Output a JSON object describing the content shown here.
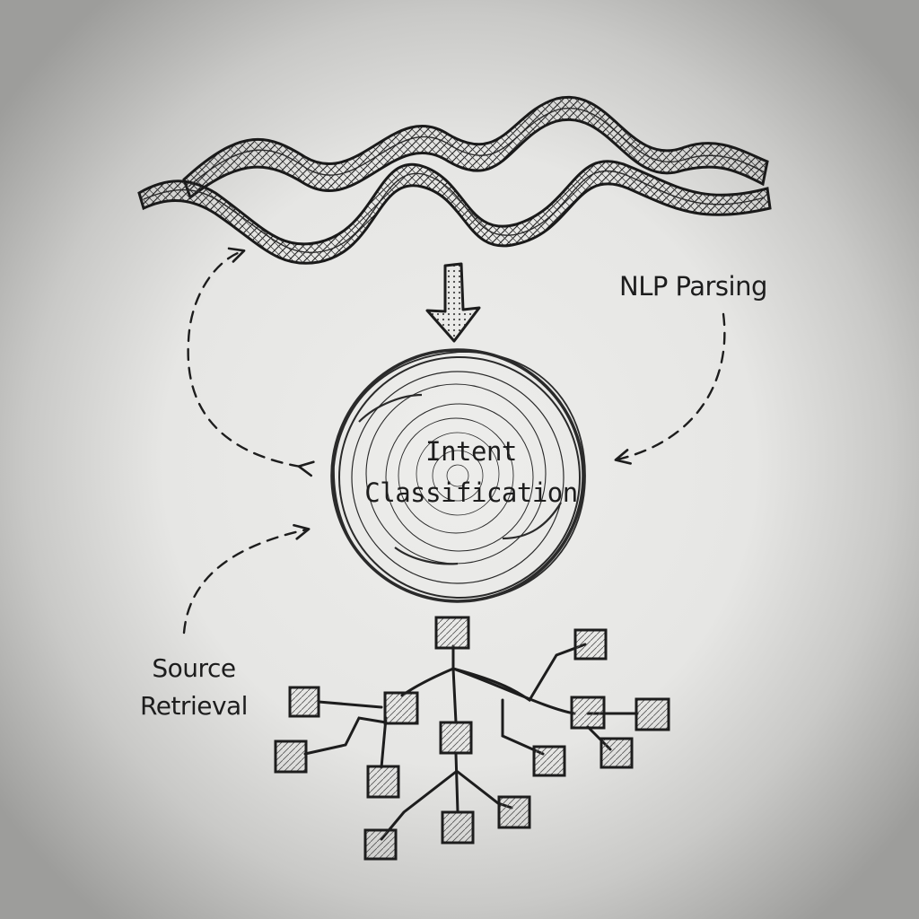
{
  "labels": {
    "nlp_parsing": "NLP Parsing",
    "intent_line1": "Intent",
    "intent_line2": "Classification",
    "source_line1": "Source",
    "source_line2": "Retrieval"
  },
  "colors": {
    "ink": "#1d1d1d",
    "paper": "#ececea",
    "vignette": "#9d9d9b"
  }
}
